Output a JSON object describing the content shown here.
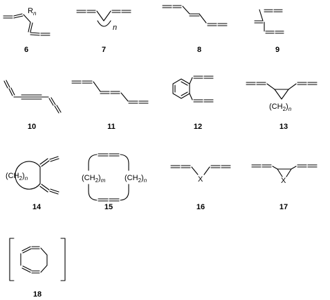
{
  "compounds": [
    {
      "number": "6",
      "substituent": "R",
      "subscript": "n"
    },
    {
      "number": "7",
      "subscript": "n"
    },
    {
      "number": "8"
    },
    {
      "number": "9"
    },
    {
      "number": "10"
    },
    {
      "number": "11"
    },
    {
      "number": "12"
    },
    {
      "number": "13",
      "chain": "(CH",
      "chain_sub": "2",
      "chain_close": ")",
      "subscript": "n"
    },
    {
      "number": "14",
      "chain": "(CH",
      "chain_sub": "2",
      "chain_close": ")",
      "subscript": "n"
    },
    {
      "number": "15",
      "chain_left": "(CH",
      "chain_left_sub": "2",
      "chain_left_close": ")",
      "subscript_left": "m",
      "chain_right": "(CH",
      "chain_right_sub": "2",
      "chain_right_close": ")",
      "subscript_right": "n"
    },
    {
      "number": "16",
      "bridge": "X"
    },
    {
      "number": "17",
      "bridge": "X"
    },
    {
      "number": "18"
    }
  ]
}
